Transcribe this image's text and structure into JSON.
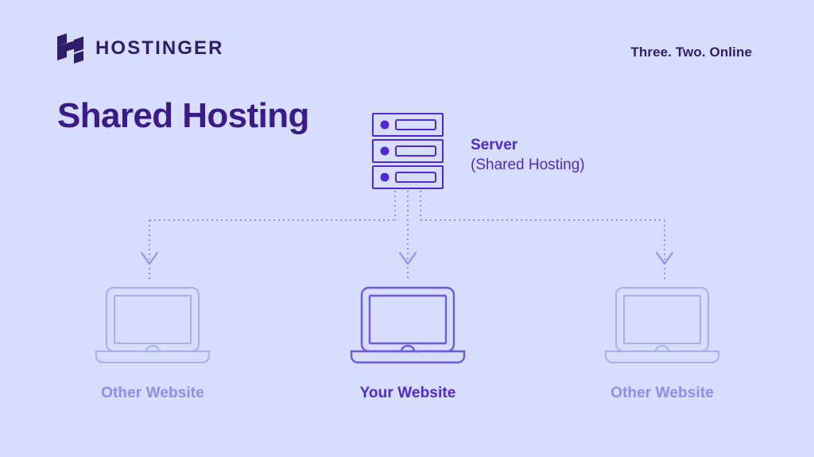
{
  "theme": {
    "background": "#d7defd",
    "brand_dark": "#2f1c6a",
    "accent_violet": "#5028d6",
    "muted_violet": "#8e8bf5",
    "line_dotted": "#8e93f2"
  },
  "header": {
    "logo_icon": "hostinger-h-logo-icon",
    "brand_name": "HOSTINGER",
    "tagline": "Three. Two. Online"
  },
  "title": "Shared Hosting",
  "server": {
    "icon": "server-rack-icon",
    "units": 3,
    "label_primary": "Server",
    "label_secondary": "(Shared Hosting)"
  },
  "connectors": {
    "style": "dotted",
    "arrow_icon": "arrow-down-icon",
    "count": 3
  },
  "nodes": [
    {
      "id": "other-website-left",
      "icon": "laptop-icon",
      "label": "Other Website",
      "emphasis": "dim"
    },
    {
      "id": "your-website",
      "icon": "laptop-icon",
      "label": "Your Website",
      "emphasis": "strong"
    },
    {
      "id": "other-website-right",
      "icon": "laptop-icon",
      "label": "Other Website",
      "emphasis": "dim"
    }
  ]
}
